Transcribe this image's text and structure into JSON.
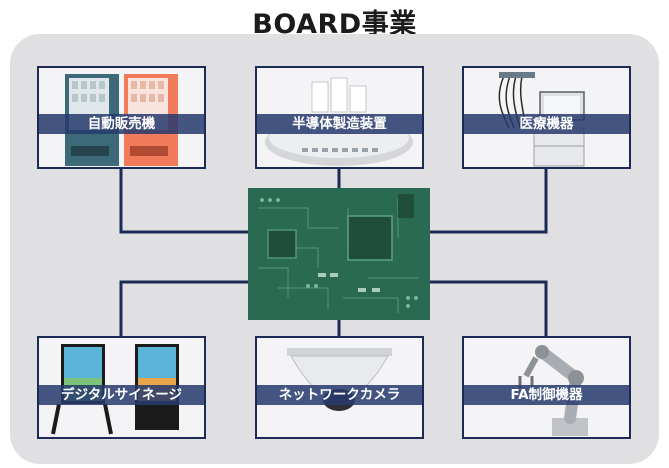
{
  "title": "BOARD事業",
  "cards": {
    "vending": "自動販売機",
    "semiconductor": "半導体製造装置",
    "medical": "医療機器",
    "signage": "デジタルサイネージ",
    "network_camera": "ネットワークカメラ",
    "fa_control": "FA制御機器"
  },
  "colors": {
    "panel": "#e0e0e2",
    "card_border": "#1b2b55",
    "label_bg": "#263a6e",
    "connector": "#1b2b55",
    "pcb": "#2b6a52"
  }
}
